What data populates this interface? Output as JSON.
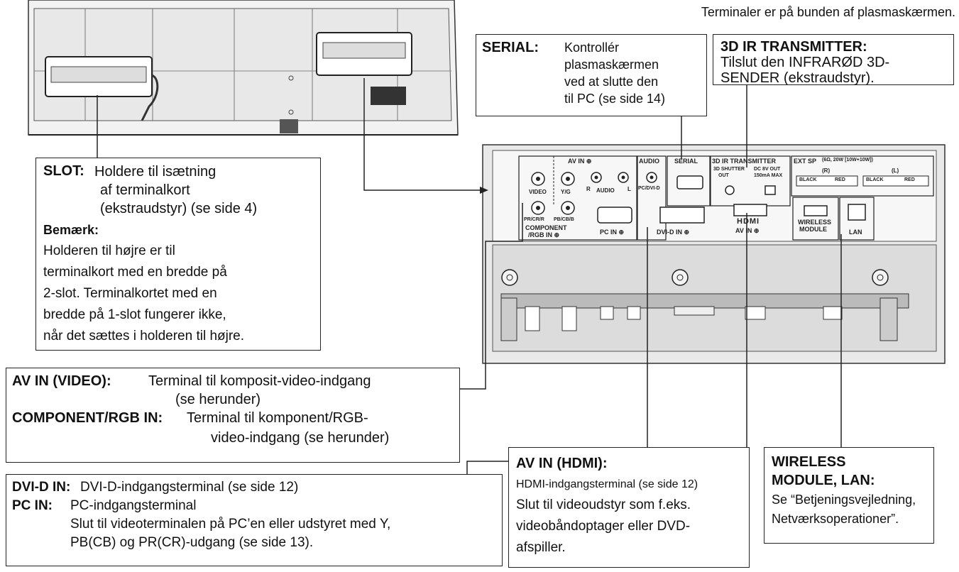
{
  "header_note": "Terminaler er på bunden af plasmaskærmen.",
  "callouts": {
    "serial": {
      "title": "SERIAL:",
      "lines": [
        "Kontrollér",
        "plasmaskærmen",
        "ved at slutte den",
        "til PC (se side 14)"
      ]
    },
    "ir": {
      "title": "3D IR TRANSMITTER:",
      "lines": [
        "Tilslut den INFRARØD 3D-",
        "SENDER (ekstraudstyr)."
      ]
    },
    "slot": {
      "title": "SLOT:",
      "lines": [
        "Holdere til isætning",
        "af terminalkort",
        "(ekstraudstyr) (se side 4)"
      ],
      "note_title": "Bemærk:",
      "note_lines": [
        "Holderen til højre er til",
        "terminalkort med en bredde på",
        "2-slot. Terminalkortet med en",
        "bredde på 1-slot fungerer ikke,",
        "når det sættes i holderen til højre."
      ]
    },
    "av_video": {
      "title1": "AV IN (VIDEO):",
      "text1a": "Terminal til komposit-video-indgang",
      "text1b": "(se herunder)",
      "title2": "COMPONENT/RGB IN:",
      "text2a": "Terminal til komponent/RGB-",
      "text2b": "video-indgang (se herunder)"
    },
    "dvi": {
      "title1": "DVI-D IN:",
      "text1": "DVI-D-indgangsterminal (se side 12)",
      "title2": "PC IN:",
      "text2a": "PC-indgangsterminal",
      "text2b": "Slut til videoterminalen på PC’en eller udstyret med Y,",
      "text2c": "PB(CB) og PR(CR)-udgang (se side 13)."
    },
    "hdmi": {
      "title": "AV IN (HDMI):",
      "line1": "HDMI-indgangsterminal (se side 12)",
      "lines": [
        "Slut til videoudstyr som f.eks.",
        "videobåndoptager eller DVD-",
        "afspiller."
      ]
    },
    "wireless": {
      "title": "WIRELESS",
      "title2": "MODULE, LAN:",
      "lines": [
        "Se “Betjeningsvejledning,",
        "Netværksoperationer”."
      ]
    }
  },
  "panel_labels": {
    "av_in": "AV IN ⊕",
    "audio": "AUDIO",
    "serial": "SERIAL",
    "ir_transmitter": "3D IR TRANSMITTER",
    "ext_sp": "EXT SP",
    "ext_sp_spec": "(6Ω, 20W [10W+10W])",
    "shutter_out": "3D SHUTTER",
    "shutter_out2": "OUT",
    "dc_out": "DC 8V OUT",
    "dc_out2": "150mA MAX",
    "video": "VIDEO",
    "yg": "Y/G",
    "r": "R",
    "audio_lr": "AUDIO",
    "l": "L",
    "pr": "PR/CR/R",
    "pb": "PB/CB/B",
    "pcdvid": "PC/DVI-D",
    "component": "COMPONENT",
    "rgb_in": "/RGB IN ⊕",
    "pc_in": "PC IN ⊕",
    "dvid_in": "DVI-D IN ⊕",
    "hdmi_logo": "HDMI",
    "av_in_hdmi": "AV IN ⊕",
    "wireless": "WIRELESS",
    "module": "MODULE",
    "lan": "LAN",
    "r_ch": "(R)",
    "l_ch": "(L)",
    "black": "BLACK",
    "red": "RED"
  }
}
